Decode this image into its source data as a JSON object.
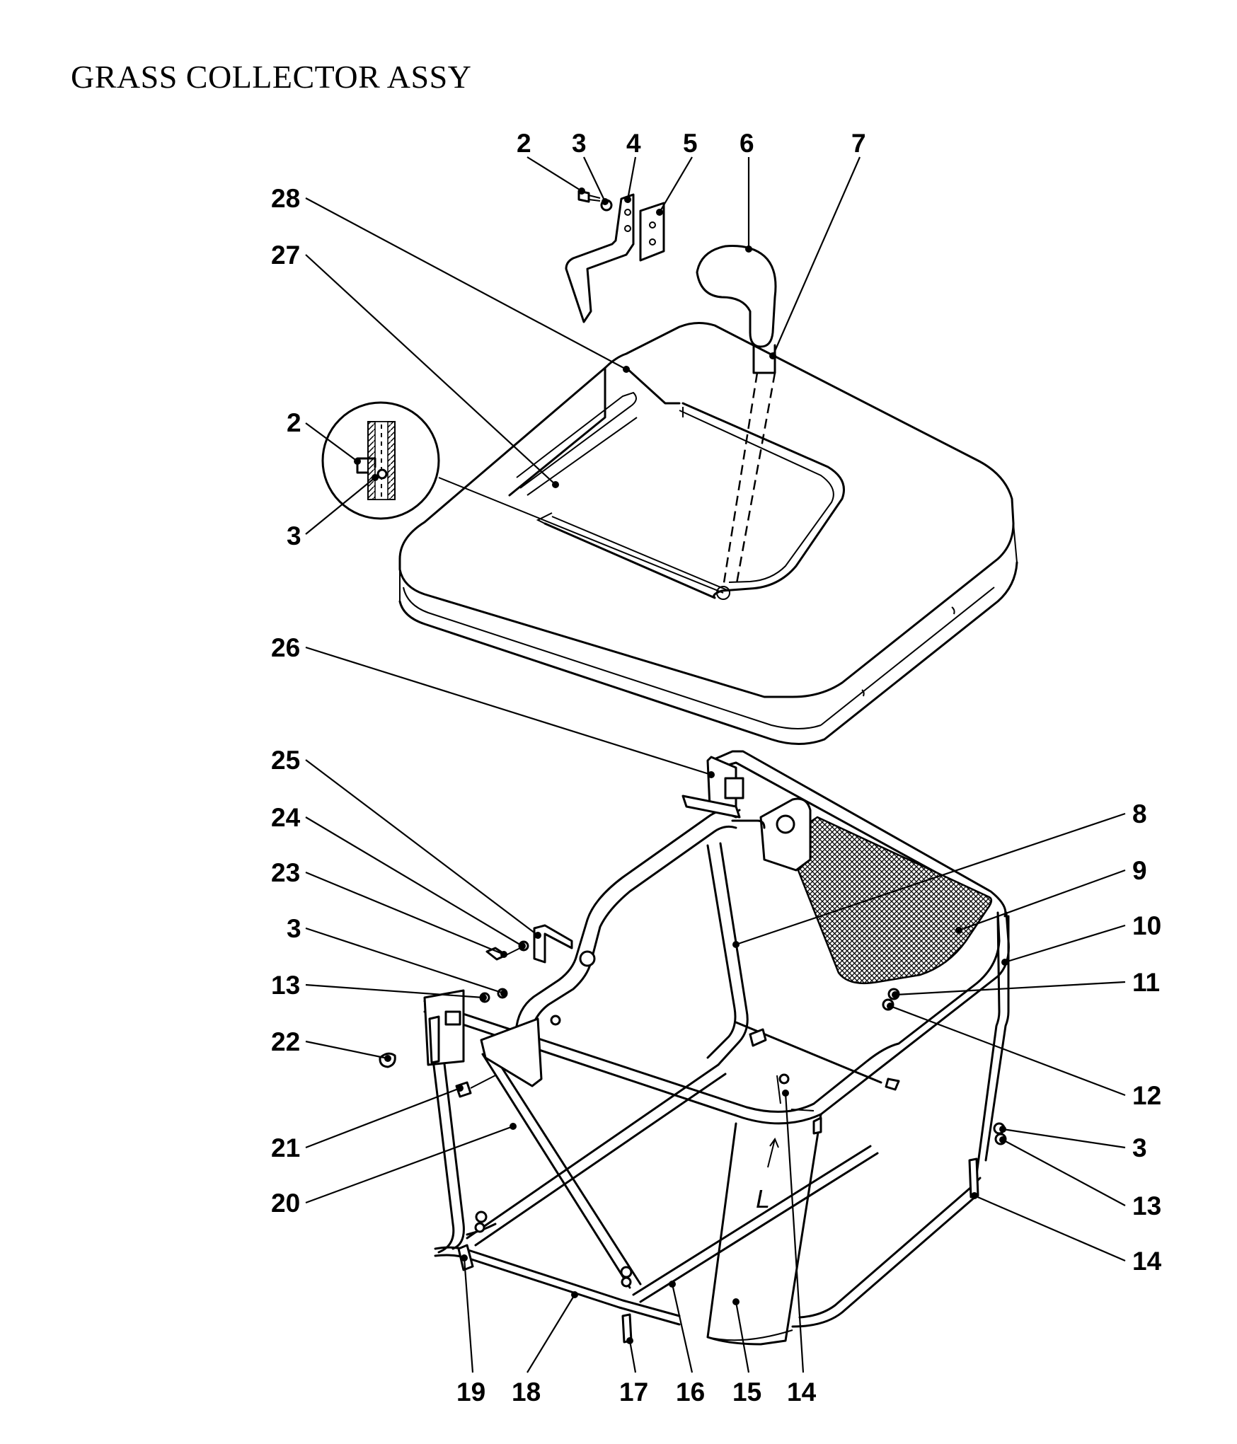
{
  "title": "GRASS COLLECTOR ASSY",
  "callouts": [
    {
      "id": "2",
      "text": "2"
    },
    {
      "id": "3",
      "text": "3"
    },
    {
      "id": "4",
      "text": "4"
    },
    {
      "id": "5",
      "text": "5"
    },
    {
      "id": "6",
      "text": "6"
    },
    {
      "id": "7",
      "text": "7"
    },
    {
      "id": "28",
      "text": "28"
    },
    {
      "id": "27",
      "text": "27"
    },
    {
      "id": "2b",
      "text": "2"
    },
    {
      "id": "3b",
      "text": "3"
    },
    {
      "id": "26",
      "text": "26"
    },
    {
      "id": "25",
      "text": "25"
    },
    {
      "id": "24",
      "text": "24"
    },
    {
      "id": "23",
      "text": "23"
    },
    {
      "id": "3c",
      "text": "3"
    },
    {
      "id": "13",
      "text": "13"
    },
    {
      "id": "22",
      "text": "22"
    },
    {
      "id": "21",
      "text": "21"
    },
    {
      "id": "20",
      "text": "20"
    },
    {
      "id": "8",
      "text": "8"
    },
    {
      "id": "9",
      "text": "9"
    },
    {
      "id": "10",
      "text": "10"
    },
    {
      "id": "11",
      "text": "11"
    },
    {
      "id": "12",
      "text": "12"
    },
    {
      "id": "3d",
      "text": "3"
    },
    {
      "id": "13b",
      "text": "13"
    },
    {
      "id": "14",
      "text": "14"
    },
    {
      "id": "19",
      "text": "19"
    },
    {
      "id": "18",
      "text": "18"
    },
    {
      "id": "17",
      "text": "17"
    },
    {
      "id": "16",
      "text": "16"
    },
    {
      "id": "15",
      "text": "15"
    },
    {
      "id": "14b",
      "text": "14"
    }
  ],
  "drawing_marks": {
    "left_arrow_letter": "L"
  }
}
